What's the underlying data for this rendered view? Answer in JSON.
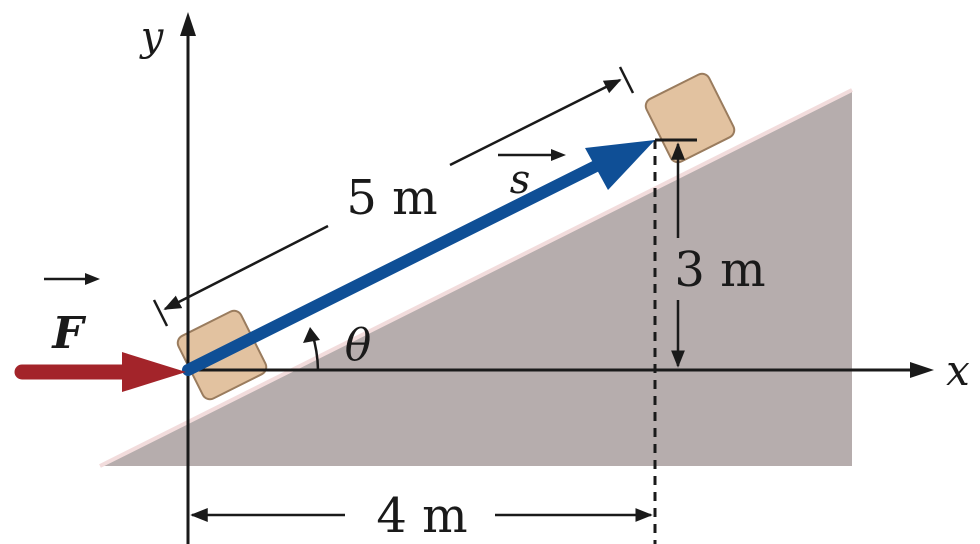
{
  "labels": {
    "x_axis": "x",
    "y_axis": "y",
    "force": "F",
    "displacement": "s",
    "angle": "θ",
    "hypotenuse": "5 m",
    "height": "3 m",
    "base": "4 m"
  },
  "colors": {
    "ramp": "#b6adad",
    "ramp_edge": "#f2dcdc",
    "block": "#e2c2a0",
    "block_edge": "#9a7c5e",
    "force_arrow": "#a3242a",
    "displacement_arrow": "#0f4f96",
    "ink": "#1a1a1a"
  }
}
